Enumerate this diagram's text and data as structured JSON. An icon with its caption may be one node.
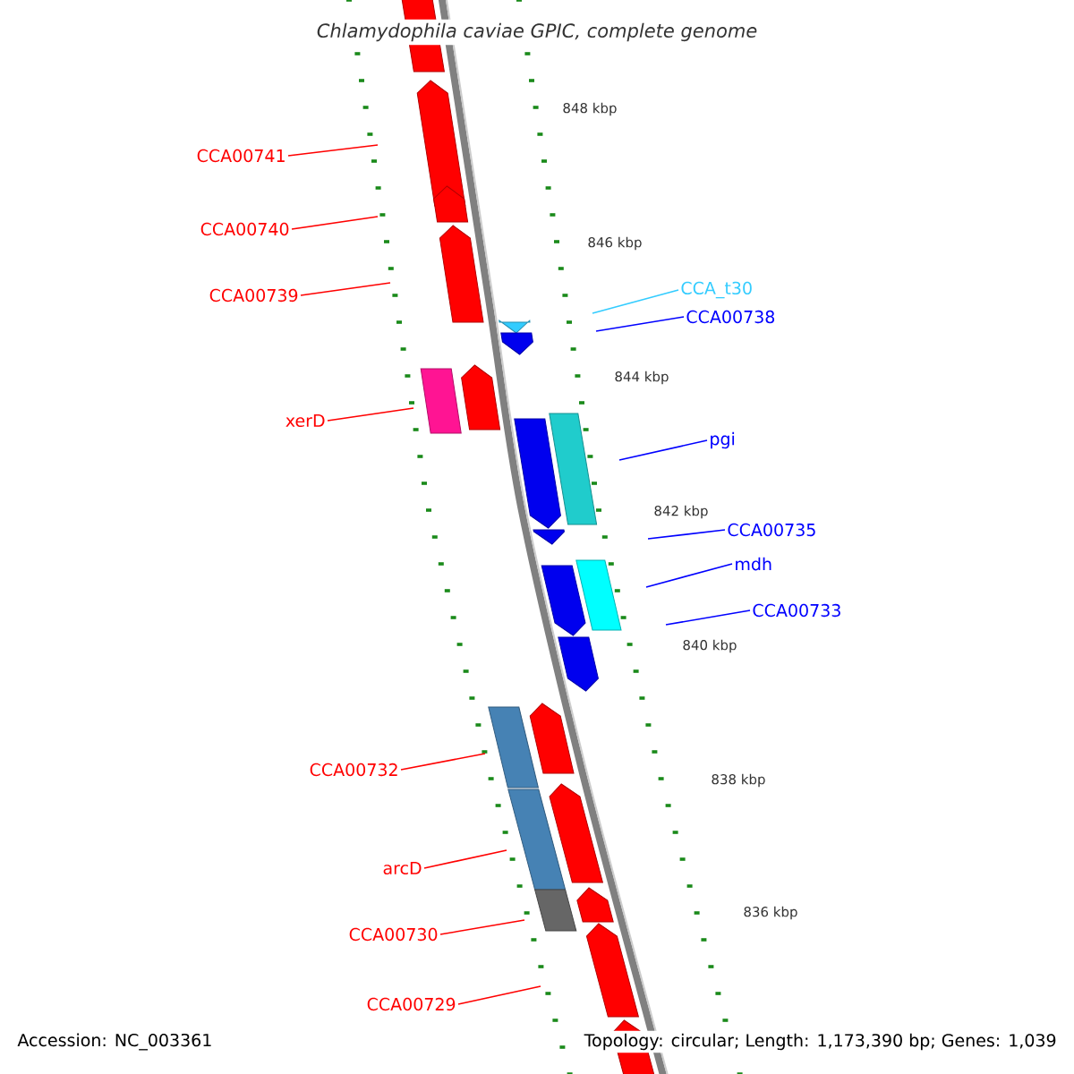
{
  "diagram": {
    "title": "Chlamydophila caviae GPIC, complete genome",
    "nodes": [
      {
        "text": [
          "CCA00741"
        ]
      },
      {
        "text": [
          "CCA00740"
        ]
      },
      {
        "text": [
          "CCA_t30"
        ]
      },
      {
        "text": [
          "CCA00739"
        ]
      },
      {
        "text": [
          "CCA00738"
        ]
      },
      {
        "text": [
          "xerD"
        ]
      },
      {
        "text": [
          "pgi"
        ]
      },
      {
        "text": [
          "CCA00735"
        ]
      },
      {
        "text": [
          "mdh"
        ]
      },
      {
        "text": [
          "CCA00733"
        ]
      },
      {
        "text": [
          "CCA00732"
        ]
      },
      {
        "text": [
          "arcD"
        ]
      },
      {
        "text": [
          "CCA00730"
        ]
      },
      {
        "text": [
          "CCA00729"
        ]
      }
    ],
    "edges": [
      {
        "from": 0,
        "to": null,
        "arrow": "none"
      },
      {
        "from": 1,
        "to": null,
        "arrow": "none"
      },
      {
        "from": 2,
        "to": null,
        "arrow": "none",
        "color": "#33ccff"
      },
      {
        "from": 3,
        "to": null,
        "arrow": "none"
      },
      {
        "from": 4,
        "to": null,
        "arrow": "none",
        "color": "#0000ff"
      },
      {
        "from": 5,
        "to": null,
        "arrow": "none"
      },
      {
        "from": 6,
        "to": null,
        "arrow": "none",
        "color": "#0000ff"
      },
      {
        "from": 7,
        "to": null,
        "arrow": "none",
        "color": "#0000ff"
      },
      {
        "from": 8,
        "to": null,
        "arrow": "none",
        "color": "#0000ff"
      },
      {
        "from": 9,
        "to": null,
        "arrow": "none",
        "color": "#0000ff"
      },
      {
        "from": 10,
        "to": null,
        "arrow": "none"
      },
      {
        "from": 11,
        "to": null,
        "arrow": "none"
      },
      {
        "from": 12,
        "to": null,
        "arrow": "none"
      },
      {
        "from": 13,
        "to": null,
        "arrow": "none"
      }
    ],
    "labels": [
      "848 kbp",
      "846 kbp",
      "844 kbp",
      "842 kbp",
      "840 kbp",
      "838 kbp",
      "836 kbp",
      "Accession: NC_003361",
      "Topology: circular; Length: 1,173,390 bp; Genes: 1,039"
    ]
  }
}
